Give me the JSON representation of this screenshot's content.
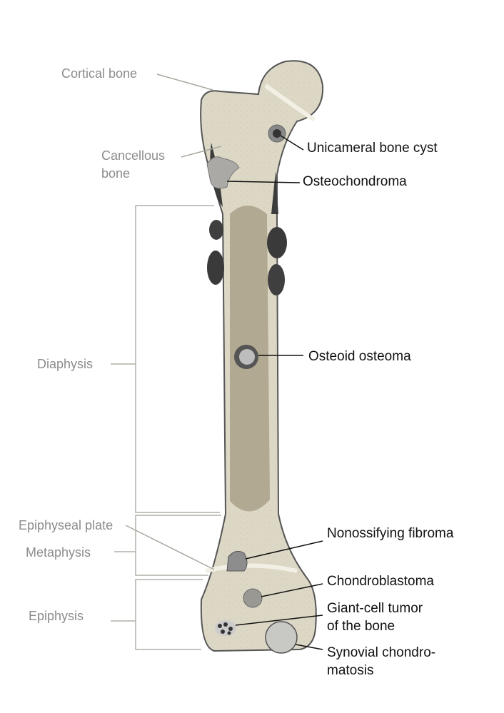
{
  "colors": {
    "bone": "#ddd8c6",
    "marrow": "#b1a991",
    "outline": "#555555",
    "label_gray": "#8c8c8c",
    "label_dark": "#111111"
  },
  "left_labels": {
    "cortical_bone": "Cortical bone",
    "cancellous_line1": "Cancellous",
    "cancellous_line2": "bone",
    "diaphysis": "Diaphysis",
    "epiphyseal_plate": "Epiphyseal plate",
    "metaphysis": "Metaphysis",
    "epiphysis": "Epiphysis"
  },
  "right_labels": {
    "unicameral_bone_cyst": "Unicameral bone cyst",
    "osteochondroma": "Osteochondroma",
    "osteoid_osteoma": "Osteoid osteoma",
    "nonossifying_fibroma": "Nonossifying fibroma",
    "chondroblastoma": "Chondroblastoma",
    "giant_cell_line1": "Giant-cell tumor",
    "giant_cell_line2": "of the bone",
    "synovial_line1": "Synovial chondro-",
    "synovial_line2": "matosis"
  }
}
